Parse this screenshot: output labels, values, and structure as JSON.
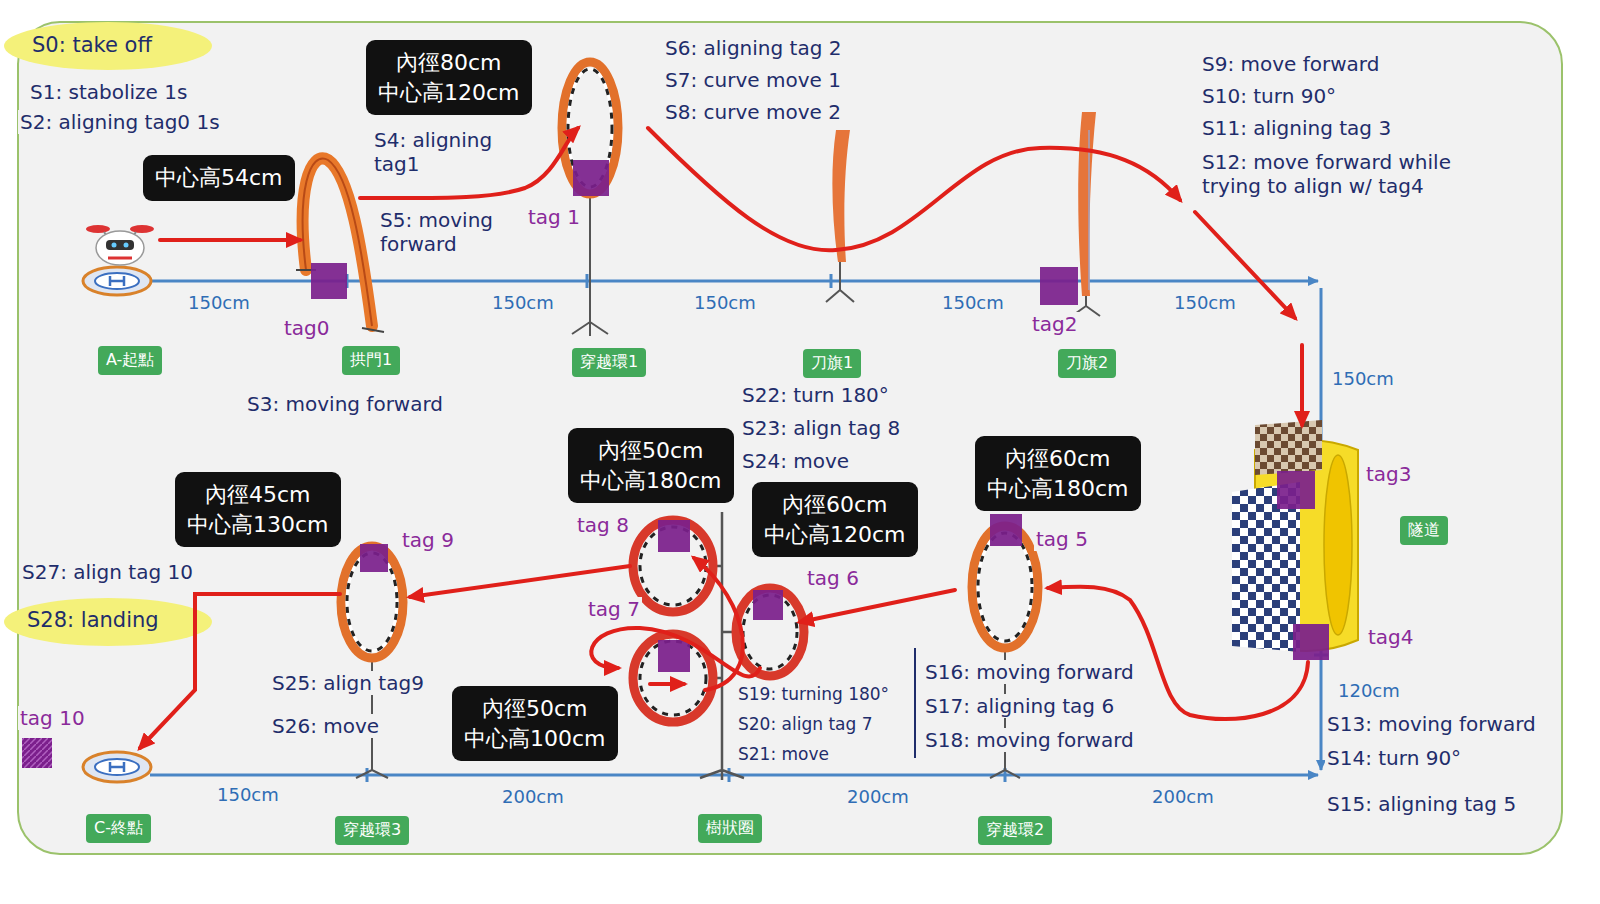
{
  "diagram": {
    "nodes": [
      {
        "text": [
          "內徑80cm",
          "中心高120cm"
        ]
      },
      {
        "text": [
          "中心高54cm"
        ]
      },
      {
        "text": [
          "A-起點"
        ]
      },
      {
        "text": [
          "拱門1"
        ]
      },
      {
        "text": [
          "穿越環1"
        ]
      },
      {
        "text": [
          "刀旗1"
        ]
      },
      {
        "text": [
          "刀旗2"
        ]
      },
      {
        "text": [
          "內徑50cm",
          "中心高180cm"
        ]
      },
      {
        "text": [
          "內徑60cm",
          "中心高180cm"
        ]
      },
      {
        "text": [
          "內徑45cm",
          "中心高130cm"
        ]
      },
      {
        "text": [
          "隧道"
        ]
      },
      {
        "text": [
          "內徑60cm",
          "中心高120cm"
        ]
      },
      {
        "text": [
          "內徑50cm",
          "中心高100cm"
        ]
      },
      {
        "text": [
          "C-終點"
        ]
      },
      {
        "text": [
          "穿越環3"
        ]
      },
      {
        "text": [
          "樹狀圈"
        ]
      },
      {
        "text": [
          "穿越環2"
        ]
      }
    ],
    "labels": [
      "S0: take off",
      "S1: stabolize 1s",
      "S2: aligning tag0 1s",
      "S4: aligning tag1",
      "S5: moving forward",
      "S3: moving forward",
      "tag0",
      "tag 1",
      "S6: aligning tag 2",
      "S7: curve move 1",
      "S8: curve move 2",
      "tag2",
      "S9: move forward",
      "S10: turn 90°",
      "S11: aligning tag 3",
      "S12: move forward while trying to align w/ tag4",
      "tag3",
      "tag4",
      "S13: moving forward",
      "S14: turn 90°",
      "S15: aligning tag 5",
      "tag 5",
      "S16: moving forward",
      "S17: aligning tag 6",
      "S18: moving forward",
      "tag 6",
      "S19: turning 180°",
      "S20: align tag 7",
      "S21: move",
      "S22: turn 180°",
      "S23: align tag 8",
      "S24: move",
      "tag 8",
      "tag 7",
      "tag 9",
      "S25: align tag9",
      "S26: move",
      "S27: align tag 10",
      "S28: landing",
      "tag 10",
      "150cm",
      "150cm",
      "150cm",
      "150cm",
      "150cm",
      "150cm",
      "120cm",
      "150cm",
      "200cm",
      "200cm",
      "200cm"
    ]
  }
}
